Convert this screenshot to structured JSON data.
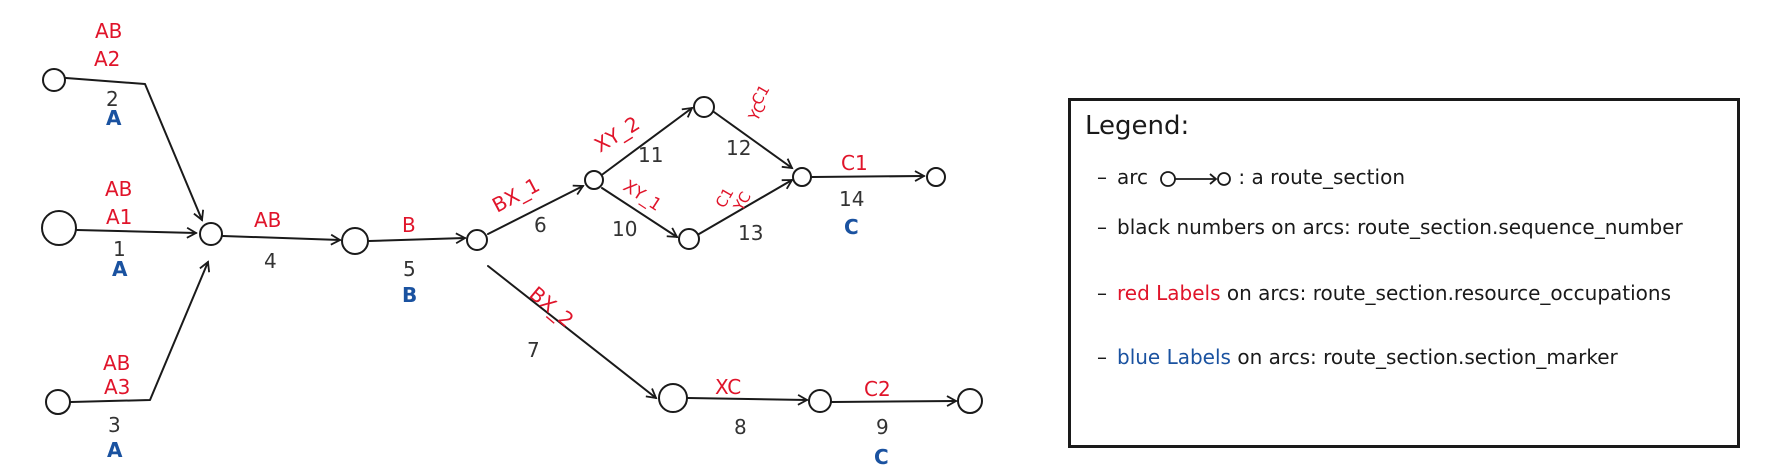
{
  "diagram": {
    "arcs": [
      {
        "id": "a2",
        "seq": "2",
        "occupations": [
          "AB",
          "A2"
        ],
        "marker": "A"
      },
      {
        "id": "a1",
        "seq": "1",
        "occupations": [
          "AB",
          "A1"
        ],
        "marker": "A"
      },
      {
        "id": "a3",
        "seq": "3",
        "occupations": [
          "AB",
          "A3"
        ],
        "marker": "A"
      },
      {
        "id": "a4",
        "seq": "4",
        "occupations": [
          "AB"
        ],
        "marker": ""
      },
      {
        "id": "a5",
        "seq": "5",
        "occupations": [
          "B"
        ],
        "marker": "B"
      },
      {
        "id": "a6",
        "seq": "6",
        "occupations": [
          "BX_1"
        ],
        "marker": ""
      },
      {
        "id": "a7",
        "seq": "7",
        "occupations": [
          "BX_2"
        ],
        "marker": ""
      },
      {
        "id": "a11",
        "seq": "11",
        "occupations": [
          "XY_2"
        ],
        "marker": ""
      },
      {
        "id": "a10",
        "seq": "10",
        "occupations": [
          "XY_1"
        ],
        "marker": ""
      },
      {
        "id": "a12",
        "seq": "12",
        "occupations": [
          "C1",
          "YC"
        ],
        "marker": ""
      },
      {
        "id": "a13",
        "seq": "13",
        "occupations": [
          "C1",
          "YC"
        ],
        "marker": ""
      },
      {
        "id": "a14",
        "seq": "14",
        "occupations": [
          "C1"
        ],
        "marker": "C"
      },
      {
        "id": "a8",
        "seq": "8",
        "occupations": [
          "XC"
        ],
        "marker": ""
      },
      {
        "id": "a9",
        "seq": "9",
        "occupations": [
          "C2"
        ],
        "marker": "C"
      }
    ]
  },
  "legend": {
    "title": "Legend:",
    "rows": {
      "arc": {
        "prefix": "arc",
        "suffix": ": a route_section"
      },
      "black": {
        "text": "black numbers on arcs:  route_section.sequence_number"
      },
      "red": {
        "colored": "red Labels",
        "rest": " on arcs: route_section.resource_occupations"
      },
      "blue": {
        "colored": "blue Labels",
        "rest": " on arcs:  route_section.section_marker"
      }
    },
    "colors": {
      "red": "#e0142a",
      "blue": "#1a52a0",
      "black": "#1a1a1a"
    }
  }
}
